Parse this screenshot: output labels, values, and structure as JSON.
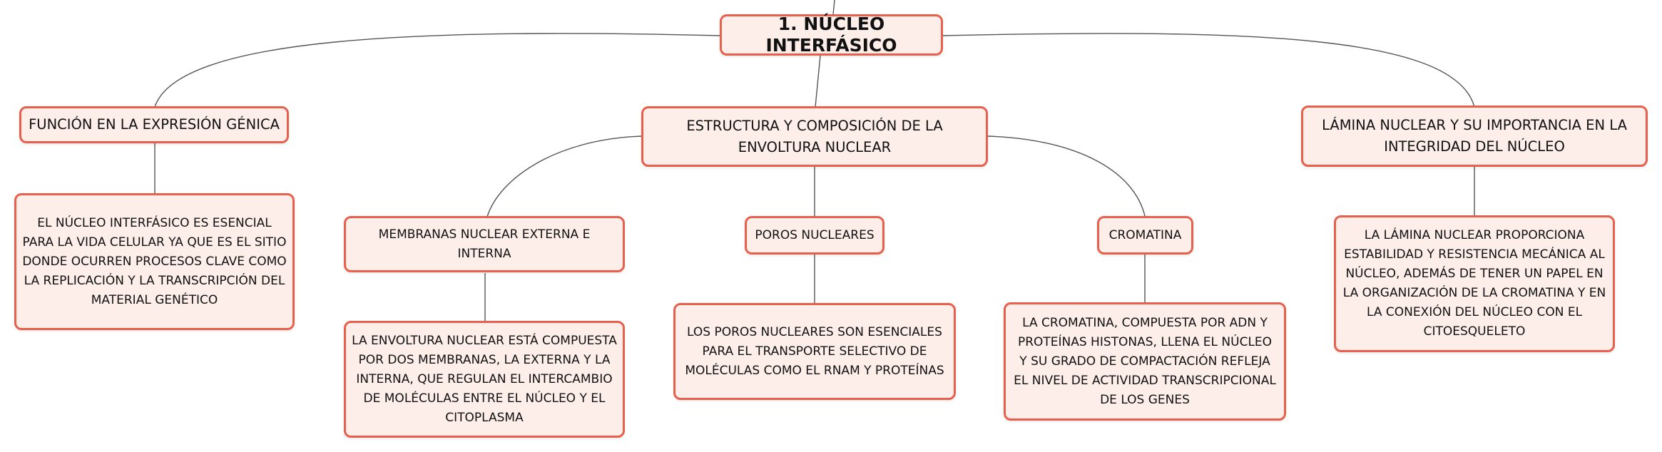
{
  "root": {
    "label": "1. NÚCLEO INTERFÁSICO"
  },
  "branches": {
    "funcion": {
      "label": "FUNCIÓN EN LA EXPRESIÓN GÉNICA",
      "detail": "EL NÚCLEO INTERFÁSICO ES ESENCIAL PARA LA VIDA CELULAR YA QUE ES EL SITIO DONDE OCURREN PROCESOS CLAVE COMO LA REPLICACIÓN Y LA TRANSCRIPCIÓN DEL MATERIAL GENÉTICO"
    },
    "estructura": {
      "label": "ESTRUCTURA Y COMPOSICIÓN DE LA ENVOLTURA NUCLEAR",
      "children": {
        "membranas": {
          "label": "MEMBRANAS NUCLEAR EXTERNA E INTERNA",
          "detail": "LA ENVOLTURA NUCLEAR ESTÁ COMPUESTA POR DOS MEMBRANAS, LA EXTERNA Y LA INTERNA, QUE REGULAN EL INTERCAMBIO DE MOLÉCULAS ENTRE EL NÚCLEO Y EL CITOPLASMA"
        },
        "poros": {
          "label": "POROS NUCLEARES",
          "detail": "LOS POROS NUCLEARES SON ESENCIALES PARA EL TRANSPORTE SELECTIVO DE MOLÉCULAS COMO EL RNAM Y PROTEÍNAS"
        },
        "cromatina": {
          "label": "CROMATINA",
          "detail": "LA CROMATINA, COMPUESTA POR ADN Y PROTEÍNAS HISTONAS, LLENA EL NÚCLEO Y SU GRADO DE COMPACTACIÓN REFLEJA EL NIVEL DE ACTIVIDAD TRANSCRIPCIONAL DE LOS GENES"
        }
      }
    },
    "lamina": {
      "label": "LÁMINA NUCLEAR Y SU IMPORTANCIA EN LA INTEGRIDAD DEL NÚCLEO",
      "detail": "LA LÁMINA NUCLEAR PROPORCIONA ESTABILIDAD Y RESISTENCIA MECÁNICA AL NÚCLEO, ADEMÁS DE TENER UN PAPEL EN LA ORGANIZACIÓN DE LA CROMATINA Y EN LA CONEXIÓN DEL NÚCLEO CON EL CITOESQUELETO"
    }
  },
  "colors": {
    "node_border": "#e8604c",
    "node_fill": "#fdeeea",
    "connector": "#555555"
  }
}
